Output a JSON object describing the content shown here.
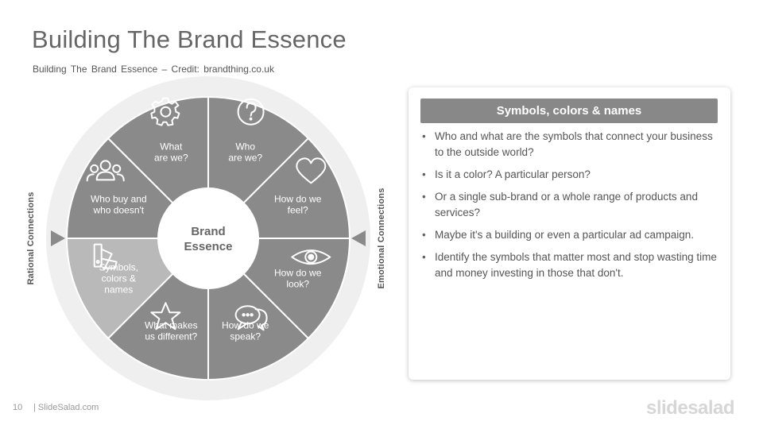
{
  "slide": {
    "title": "Building The Brand Essence",
    "subtitle": "Building  The Brand  Essence – Credit: brandthing.co.uk",
    "page_number": "10",
    "site": "| SlideSalad.com",
    "logo_text": "slidesalad"
  },
  "diagram": {
    "center": [
      "Brand",
      "Essence"
    ],
    "segments": [
      {
        "lines": [
          "Who",
          "are we?"
        ],
        "icon": "question-icon",
        "highlight": false
      },
      {
        "lines": [
          "How do we",
          "feel?"
        ],
        "icon": "heart-icon",
        "highlight": false
      },
      {
        "lines": [
          "How do we",
          "look?"
        ],
        "icon": "eye-icon",
        "highlight": false
      },
      {
        "lines": [
          "How do we",
          "speak?"
        ],
        "icon": "speech-bubble-icon",
        "highlight": false
      },
      {
        "lines": [
          "What makes",
          "us different?"
        ],
        "icon": "star-icon",
        "highlight": false
      },
      {
        "lines": [
          "Symbols,",
          "colors &",
          "names"
        ],
        "icon": "color-swatch-icon",
        "highlight": true
      },
      {
        "lines": [
          "Who buy and",
          "who doesn't"
        ],
        "icon": "users-icon",
        "highlight": false
      },
      {
        "lines": [
          "What",
          "are we?"
        ],
        "icon": "gear-icon",
        "highlight": false
      }
    ],
    "left_label": "Rational Connections",
    "right_label": "Emotional  Connections"
  },
  "panel": {
    "heading": "Symbols, colors & names",
    "bullets": [
      "Who and what are the symbols that connect your business to the outside world?",
      "Is it a color? A particular person?",
      "Or a single sub-brand or a whole range of products and services?",
      "Maybe it's a building or even a particular ad campaign.",
      "Identify the symbols that matter most and stop wasting time and money investing in those that don't."
    ]
  },
  "colors": {
    "segment": "#8a8a8a",
    "segment_highlight": "#b9b9b9",
    "ring": "#efefef",
    "panel_header": "#888888"
  }
}
